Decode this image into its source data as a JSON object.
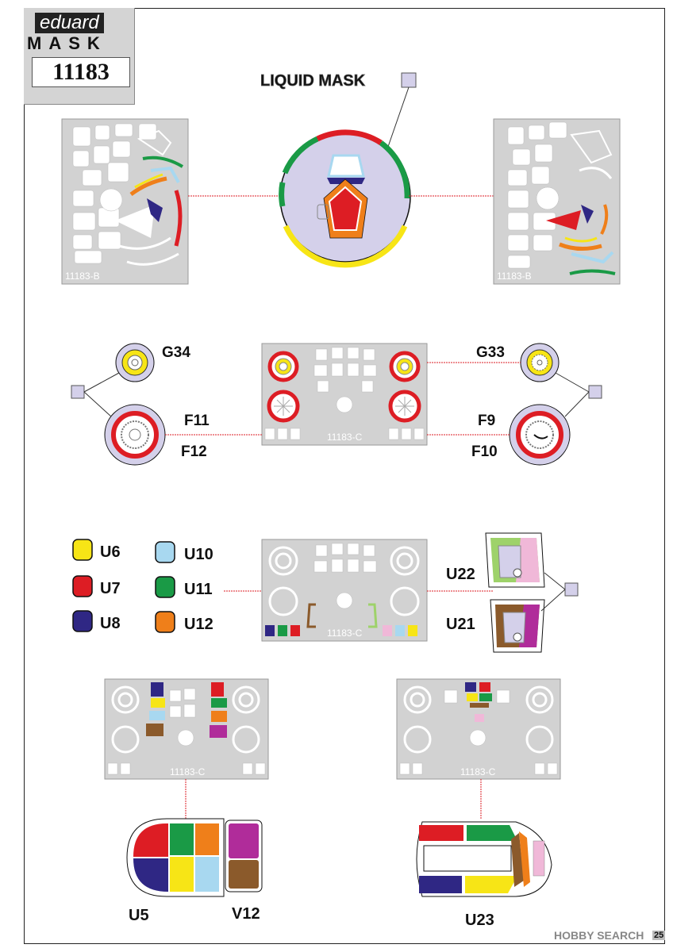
{
  "brand": {
    "top": "eduard",
    "mask": "MASK",
    "code": "11183"
  },
  "liquid_mask": "LIQUID MASK",
  "sheets": {
    "b_left": "11183-B",
    "b_right": "11183-B",
    "c_wheels": "11183-C",
    "c_legend": "11183-C",
    "c_u5": "11183-C",
    "c_u23": "11183-C"
  },
  "labels": {
    "g34": "G34",
    "g33": "G33",
    "f11": "F11",
    "f12": "F12",
    "f9": "F9",
    "f10": "F10",
    "u6": "U6",
    "u7": "U7",
    "u8": "U8",
    "u10": "U10",
    "u11": "U11",
    "u12": "U12",
    "u22": "U22",
    "u21": "U21",
    "u5": "U5",
    "v12": "V12",
    "u23": "U23"
  },
  "colors": {
    "yellow": "#f7e516",
    "red": "#dd1d24",
    "navy": "#2f2784",
    "lightblue": "#a8d8f0",
    "green": "#1a9a46",
    "orange": "#ef7f1a",
    "purple": "#b02c9a",
    "brown": "#8b5a2b",
    "lavender": "#d4d0ea",
    "lightgreen": "#9ed26a",
    "pink": "#f0b8d8",
    "sheet": "#d2d2d2"
  },
  "watermark": "HOBBY SEARCH",
  "page_number": "25"
}
